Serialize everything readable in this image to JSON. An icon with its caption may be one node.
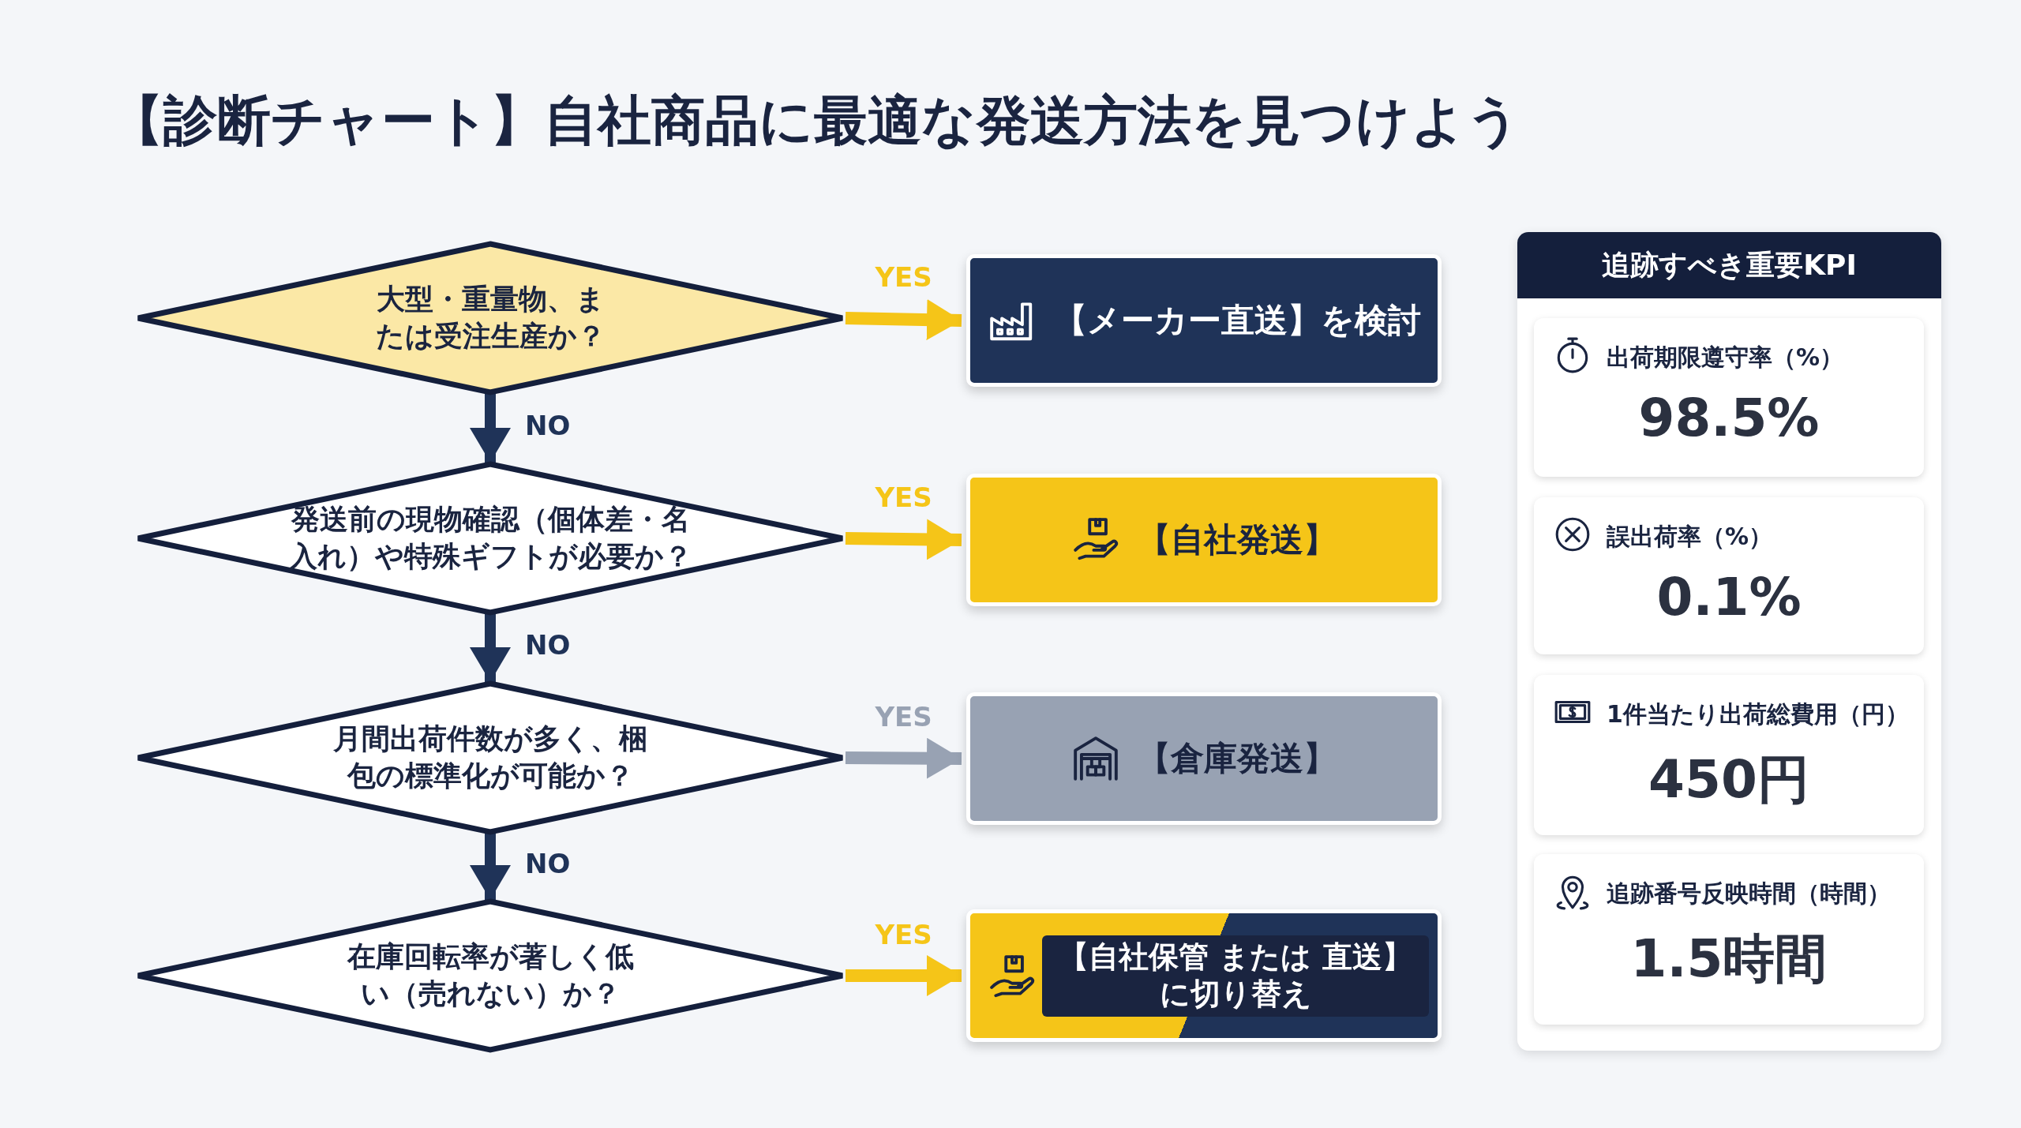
{
  "diagram": {
    "title": "【診断チャート】自社商品に最適な発送方法を見つけよう",
    "nodes": [
      {
        "text": [
          "大型・重量物、または受注生産か？"
        ]
      },
      {
        "text": [
          "【メーカー直送】を検討"
        ]
      },
      {
        "text": [
          "発送前の現物確認（個体差・名入れ）や特殊ギフトが必要か？"
        ]
      },
      {
        "text": [
          "【自社発送】"
        ]
      },
      {
        "text": [
          "月間出荷件数が多く、梱包の標準化が可能か？"
        ]
      },
      {
        "text": [
          "【倉庫発送】"
        ]
      },
      {
        "text": [
          "在庫回転率が著しく低い（売れない）か？"
        ]
      },
      {
        "text": [
          "【自社保管 または 直送】に切り替え"
        ]
      },
      {
        "text": [
          "追跡すべき重要KPI"
        ]
      },
      {
        "text": [
          "出荷期限遵守率（%）",
          "98.5%"
        ],
        "in": 8
      },
      {
        "text": [
          "誤出荷率（%）",
          "0.1%"
        ],
        "in": 8
      },
      {
        "text": [
          "1件当たり出荷総費用（円）",
          "450円"
        ],
        "in": 8
      },
      {
        "text": [
          "追跡番号反映時間（時間）",
          "1.5時間"
        ],
        "in": 8
      }
    ],
    "edges": [
      {
        "from": 0,
        "to": 1,
        "arrow": "to",
        "label": "YES"
      },
      {
        "from": 0,
        "to": 2,
        "arrow": "to",
        "label": "NO",
        "color": "#1f3358"
      },
      {
        "from": 2,
        "to": 3,
        "arrow": "to",
        "label": "YES"
      },
      {
        "from": 2,
        "to": 4,
        "arrow": "to",
        "label": "NO",
        "color": "#1f3358"
      },
      {
        "from": 4,
        "to": 5,
        "arrow": "to",
        "label": "YES",
        "color": "#98a2b3"
      },
      {
        "from": 4,
        "to": 6,
        "arrow": "to",
        "label": "NO",
        "color": "#1f3358"
      },
      {
        "from": 6,
        "to": 7,
        "arrow": "to",
        "label": "YES"
      }
    ]
  }
}
